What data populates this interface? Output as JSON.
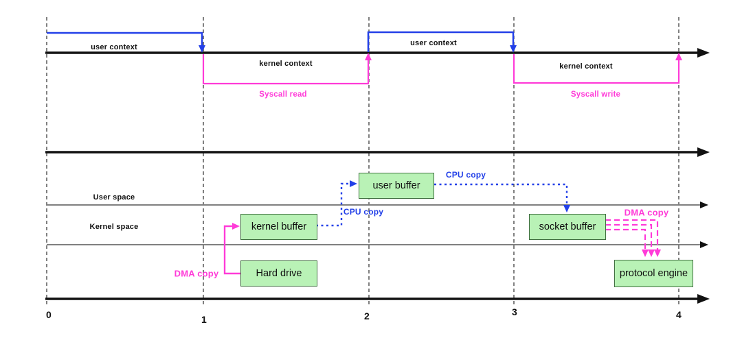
{
  "colors": {
    "blue": "#2340e8",
    "magenta": "#ff3bd8",
    "green_fill": "#b9f2b6",
    "green_border": "#3f6e3f",
    "line_gray": "#7f7f7f",
    "dash_gray": "#4a4a4a",
    "black": "#111111"
  },
  "timeline": {
    "contexts": [
      {
        "label": "user context"
      },
      {
        "label": "kernel context"
      },
      {
        "label": "user context"
      },
      {
        "label": "kernel context"
      }
    ],
    "syscalls": [
      {
        "label": "Syscall read"
      },
      {
        "label": "Syscall write"
      }
    ]
  },
  "spaces": {
    "user": "User space",
    "kernel": "Kernel space"
  },
  "copies": {
    "cpu_upper": "CPU copy",
    "cpu_lower": "CPU copy",
    "dma_left": "DMA copy",
    "dma_right": "DMA copy"
  },
  "nodes": [
    {
      "id": "kernel-buffer",
      "label": "kernel buffer"
    },
    {
      "id": "user-buffer",
      "label": "user buffer"
    },
    {
      "id": "hard-drive",
      "label": "Hard drive"
    },
    {
      "id": "socket-buffer",
      "label": "socket buffer"
    },
    {
      "id": "protocol-engine",
      "label": "protocol engine"
    }
  ],
  "axis": {
    "ticks": [
      "0",
      "1",
      "2",
      "3",
      "4"
    ]
  }
}
